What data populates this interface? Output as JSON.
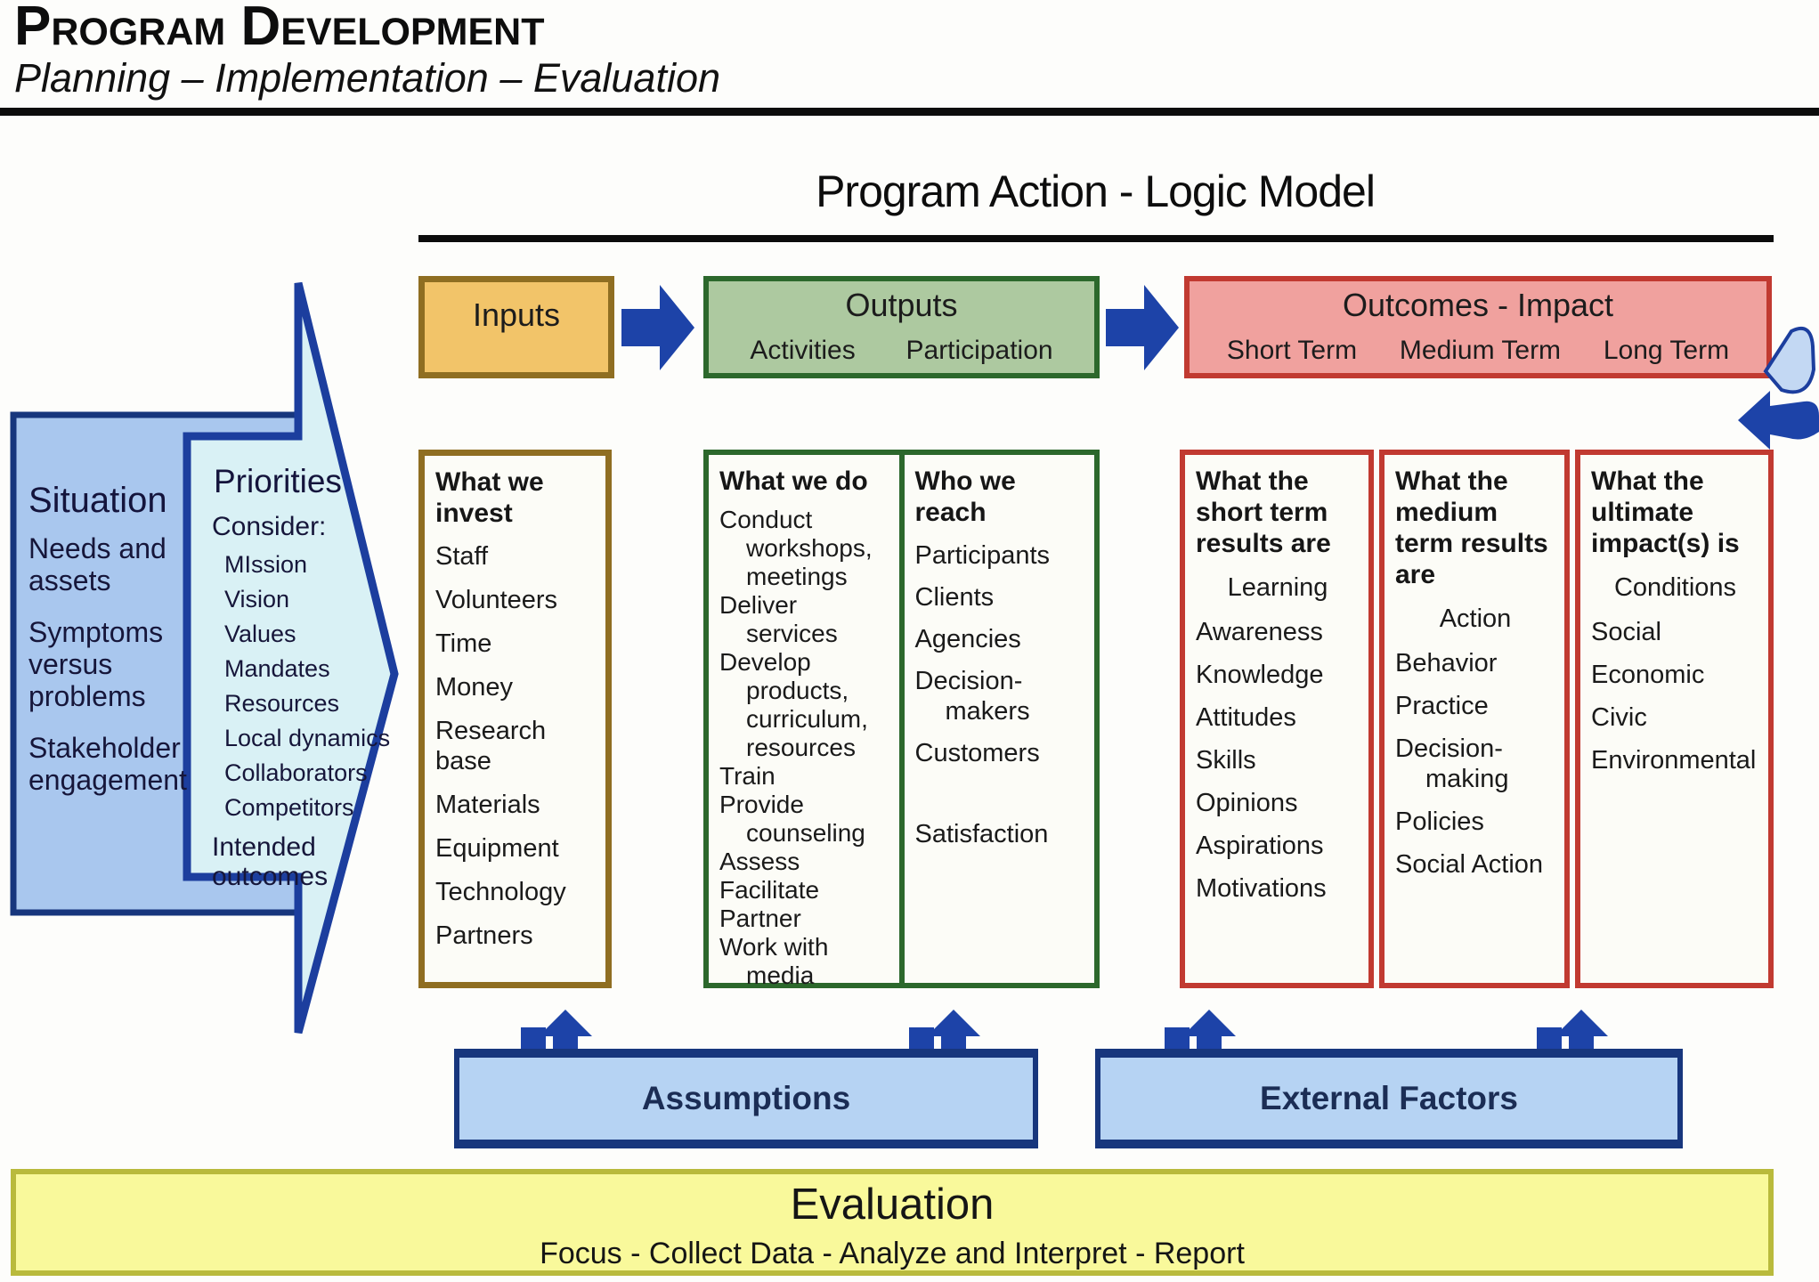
{
  "page": {
    "title": "Program Development",
    "subtitle": "Planning – Implementation – Evaluation"
  },
  "model": {
    "title": "Program Action - Logic Model",
    "headers": {
      "inputs": {
        "label": "Inputs"
      },
      "outputs": {
        "label": "Outputs",
        "sub": [
          "Activities",
          "Participation"
        ]
      },
      "outcomes": {
        "label": "Outcomes - Impact",
        "sub": [
          "Short Term",
          "Medium Term",
          "Long Term"
        ]
      }
    }
  },
  "situation": {
    "title": "Situation",
    "items": [
      "Needs and assets",
      "Symptoms versus problems",
      "Stakeholder engagement"
    ]
  },
  "priorities": {
    "title": "Priorities",
    "consider": "Consider:",
    "items": [
      "MIssion",
      "Vision",
      "Values",
      "Mandates",
      "Resources",
      "Local dynamics",
      "Collaborators",
      "Competitors"
    ],
    "footer": "Intended outcomes"
  },
  "columns": {
    "invest": {
      "heading": "What we invest",
      "items": [
        "Staff",
        "Volunteers",
        "Time",
        "Money",
        "Research base",
        "Materials",
        "Equipment",
        "Technology",
        "Partners"
      ]
    },
    "do": {
      "heading": "What we do",
      "items": [
        "Conduct workshops, meetings",
        "Deliver services",
        "Develop products, curriculum, resources",
        "Train",
        "Provide counseling",
        "Assess",
        "Facilitate",
        "Partner",
        "Work with media"
      ]
    },
    "reach": {
      "heading": "Who we reach",
      "items": [
        "Participants",
        "Clients",
        "Agencies",
        "Decision-makers",
        "Customers"
      ],
      "extra": "Satisfaction"
    },
    "short": {
      "heading": "What the short term results are",
      "lead": "Learning",
      "items": [
        "Awareness",
        "Knowledge",
        "Attitudes",
        "Skills",
        "Opinions",
        "Aspirations",
        "Motivations"
      ]
    },
    "medium": {
      "heading": "What the medium term results are",
      "lead": "Action",
      "items": [
        "Behavior",
        "Practice",
        "Decision-making",
        "Policies",
        "Social Action"
      ]
    },
    "long": {
      "heading": "What the ultimate impact(s) is",
      "lead": "Conditions",
      "items": [
        "Social",
        "Economic",
        "Civic",
        "Environmental"
      ]
    }
  },
  "bars": {
    "assumptions": "Assumptions",
    "external": "External Factors"
  },
  "evaluation": {
    "title": "Evaluation",
    "subtitle": "Focus - Collect Data - Analyze and Interpret - Report"
  },
  "colors": {
    "inputs_fill": "#f2c469",
    "inputs_border": "#8f6e22",
    "outputs_fill": "#adc9a0",
    "outputs_border": "#2c682c",
    "outcomes_fill": "#f0a19e",
    "outcomes_border": "#c13a31",
    "situation_fill": "#a9c7ee",
    "priorities_fill": "#d9f1f5",
    "navy_border": "#17367d",
    "arrow_blue": "#1d43a8",
    "bar_fill": "#b6d3f3",
    "evaluation_fill": "#f9f99b",
    "evaluation_border": "#b9ba3c"
  }
}
